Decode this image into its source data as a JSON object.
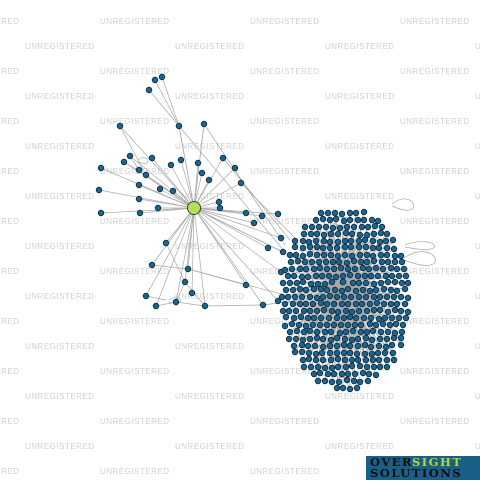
{
  "watermark_text": "UNREGISTERED",
  "logo": {
    "word1": "OVER",
    "word2": "SIGHT",
    "word3": "SOLUTIONS"
  },
  "colors": {
    "background": "#ffffff",
    "edge": "#a8a8a8",
    "node_fill": "#1c6390",
    "node_stroke": "#0a2838",
    "focus_node_fill": "#b7e04f",
    "watermark": "#d0d0d0",
    "logo_bg": "#1a5f86",
    "logo_accent": "#b5d832"
  }
}
